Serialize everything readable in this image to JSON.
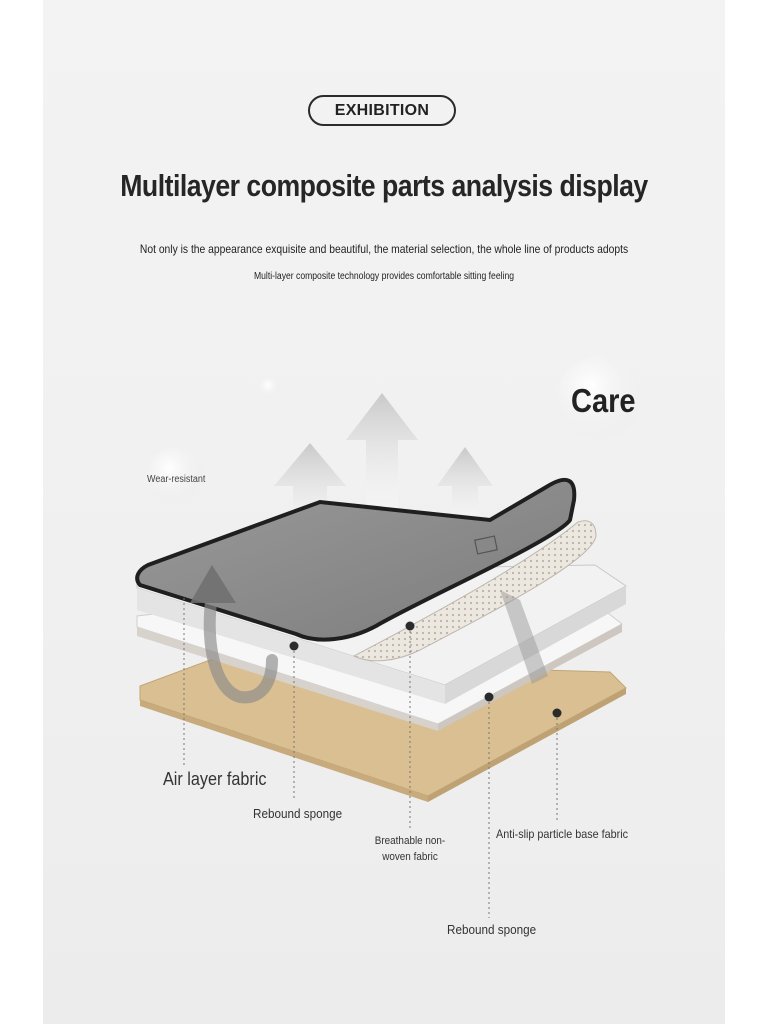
{
  "badge": "EXHIBITION",
  "title": "Multilayer composite parts analysis display",
  "subtitle_line1": "Not only is the appearance exquisite and beautiful, the material selection, the whole line of products adopts",
  "subtitle_line2": "Multi-layer composite technology provides comfortable sitting feeling",
  "care_label": "Care",
  "labels": {
    "wear_resistant": "Wear-resistant",
    "air_layer_fabric": "Air layer fabric",
    "rebound_sponge_1": "Rebound sponge",
    "breathable_non_woven": "Breathable non-woven fabric",
    "anti_slip_base": "Anti-slip particle base fabric",
    "rebound_sponge_2": "Rebound sponge"
  },
  "colors": {
    "top_fabric": "#8e8e8e",
    "sponge": "#f4f4f4",
    "base_fabric": "#d9bf92",
    "breathable_layer": "#e8e3dc"
  }
}
